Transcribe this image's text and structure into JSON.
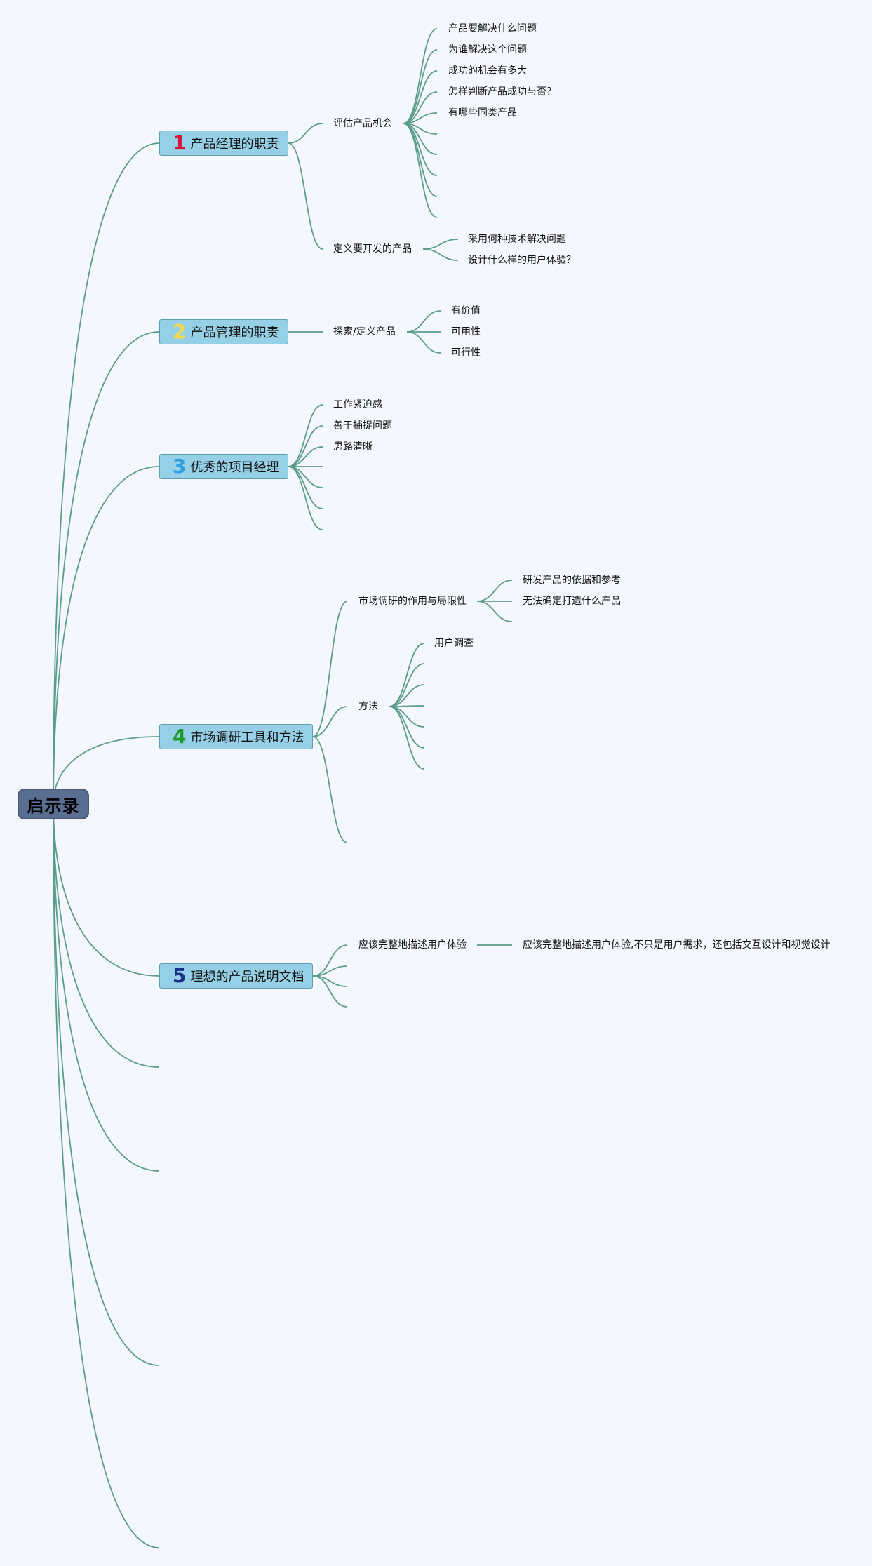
{
  "mindmap": {
    "root": "启示录",
    "branches": [
      {
        "number": "1",
        "number_color": "#d8103a",
        "title": "产品经理的职责",
        "children": [
          {
            "label": "评估产品机会",
            "children": [
              "产品要解决什么问题",
              "为谁解决这个问题",
              "成功的机会有多大",
              "怎样判断产品成功与否？",
              "有哪些同类产品"
            ]
          },
          {
            "label": "定义要开发的产品",
            "children": [
              "采用何种技术解决问题",
              "设计什么样的用户体验？"
            ]
          }
        ]
      },
      {
        "number": "2",
        "number_color": "#f5d84a",
        "title": "产品管理的职责",
        "children": [
          {
            "label": "探索/定义产品",
            "children": [
              "有价值",
              "可用性",
              "可行性"
            ]
          }
        ]
      },
      {
        "number": "3",
        "number_color": "#2e9fe0",
        "title": "优秀的项目经理",
        "children": [
          "工作紧迫感",
          "善于捕捉问题",
          "思路清晰"
        ]
      },
      {
        "number": "4",
        "number_color": "#1d9a2e",
        "title": "市场调研工具和方法",
        "children": [
          {
            "label": "市场调研的作用与局限性",
            "children": [
              "研发产品的依据和参考",
              "无法确定打造什么产品"
            ]
          },
          {
            "label": "方法",
            "children": [
              "用户调查"
            ]
          }
        ]
      },
      {
        "number": "5",
        "number_color": "#1a2f8a",
        "title": "理想的产品说明文档",
        "children": [
          {
            "label": "应该完整地描述用户体验",
            "children": [
              "应该完整地描述用户体验,不只是用户需求，还包括交互设计和视觉设计"
            ]
          }
        ]
      }
    ]
  },
  "colors": {
    "link": "#5b9d86",
    "root_fill": "#5a6e91",
    "topic_fill": "#96d0e6",
    "background": "#f4f8fe"
  }
}
